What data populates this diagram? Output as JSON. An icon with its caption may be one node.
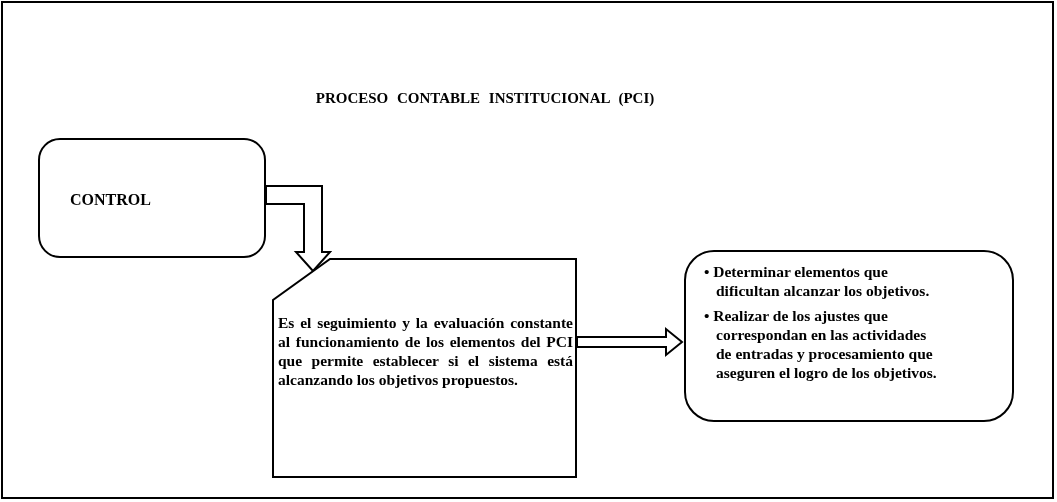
{
  "diagram": {
    "title": "PROCESO CONTABLE INSTITUCIONAL (PCI)",
    "nodes": [
      {
        "text": [
          "CONTROL"
        ]
      },
      {
        "text": [
          "Es el seguimiento y la evaluación constante al funcionamiento de los elementos del PCI que permite establecer si el sistema está alcanzando los objetivos propuestos."
        ]
      },
      {
        "text": [
          "• Determinar elementos que dificultan alcanzar los objetivos.",
          "• Realizar de los ajustes que correspondan en las actividades de entradas y procesamiento que aseguren el logro de los objetivos."
        ]
      }
    ],
    "edges": [
      {
        "from": 0,
        "to": 1,
        "arrow": "to"
      },
      {
        "from": 1,
        "to": 2,
        "arrow": "to"
      }
    ]
  }
}
